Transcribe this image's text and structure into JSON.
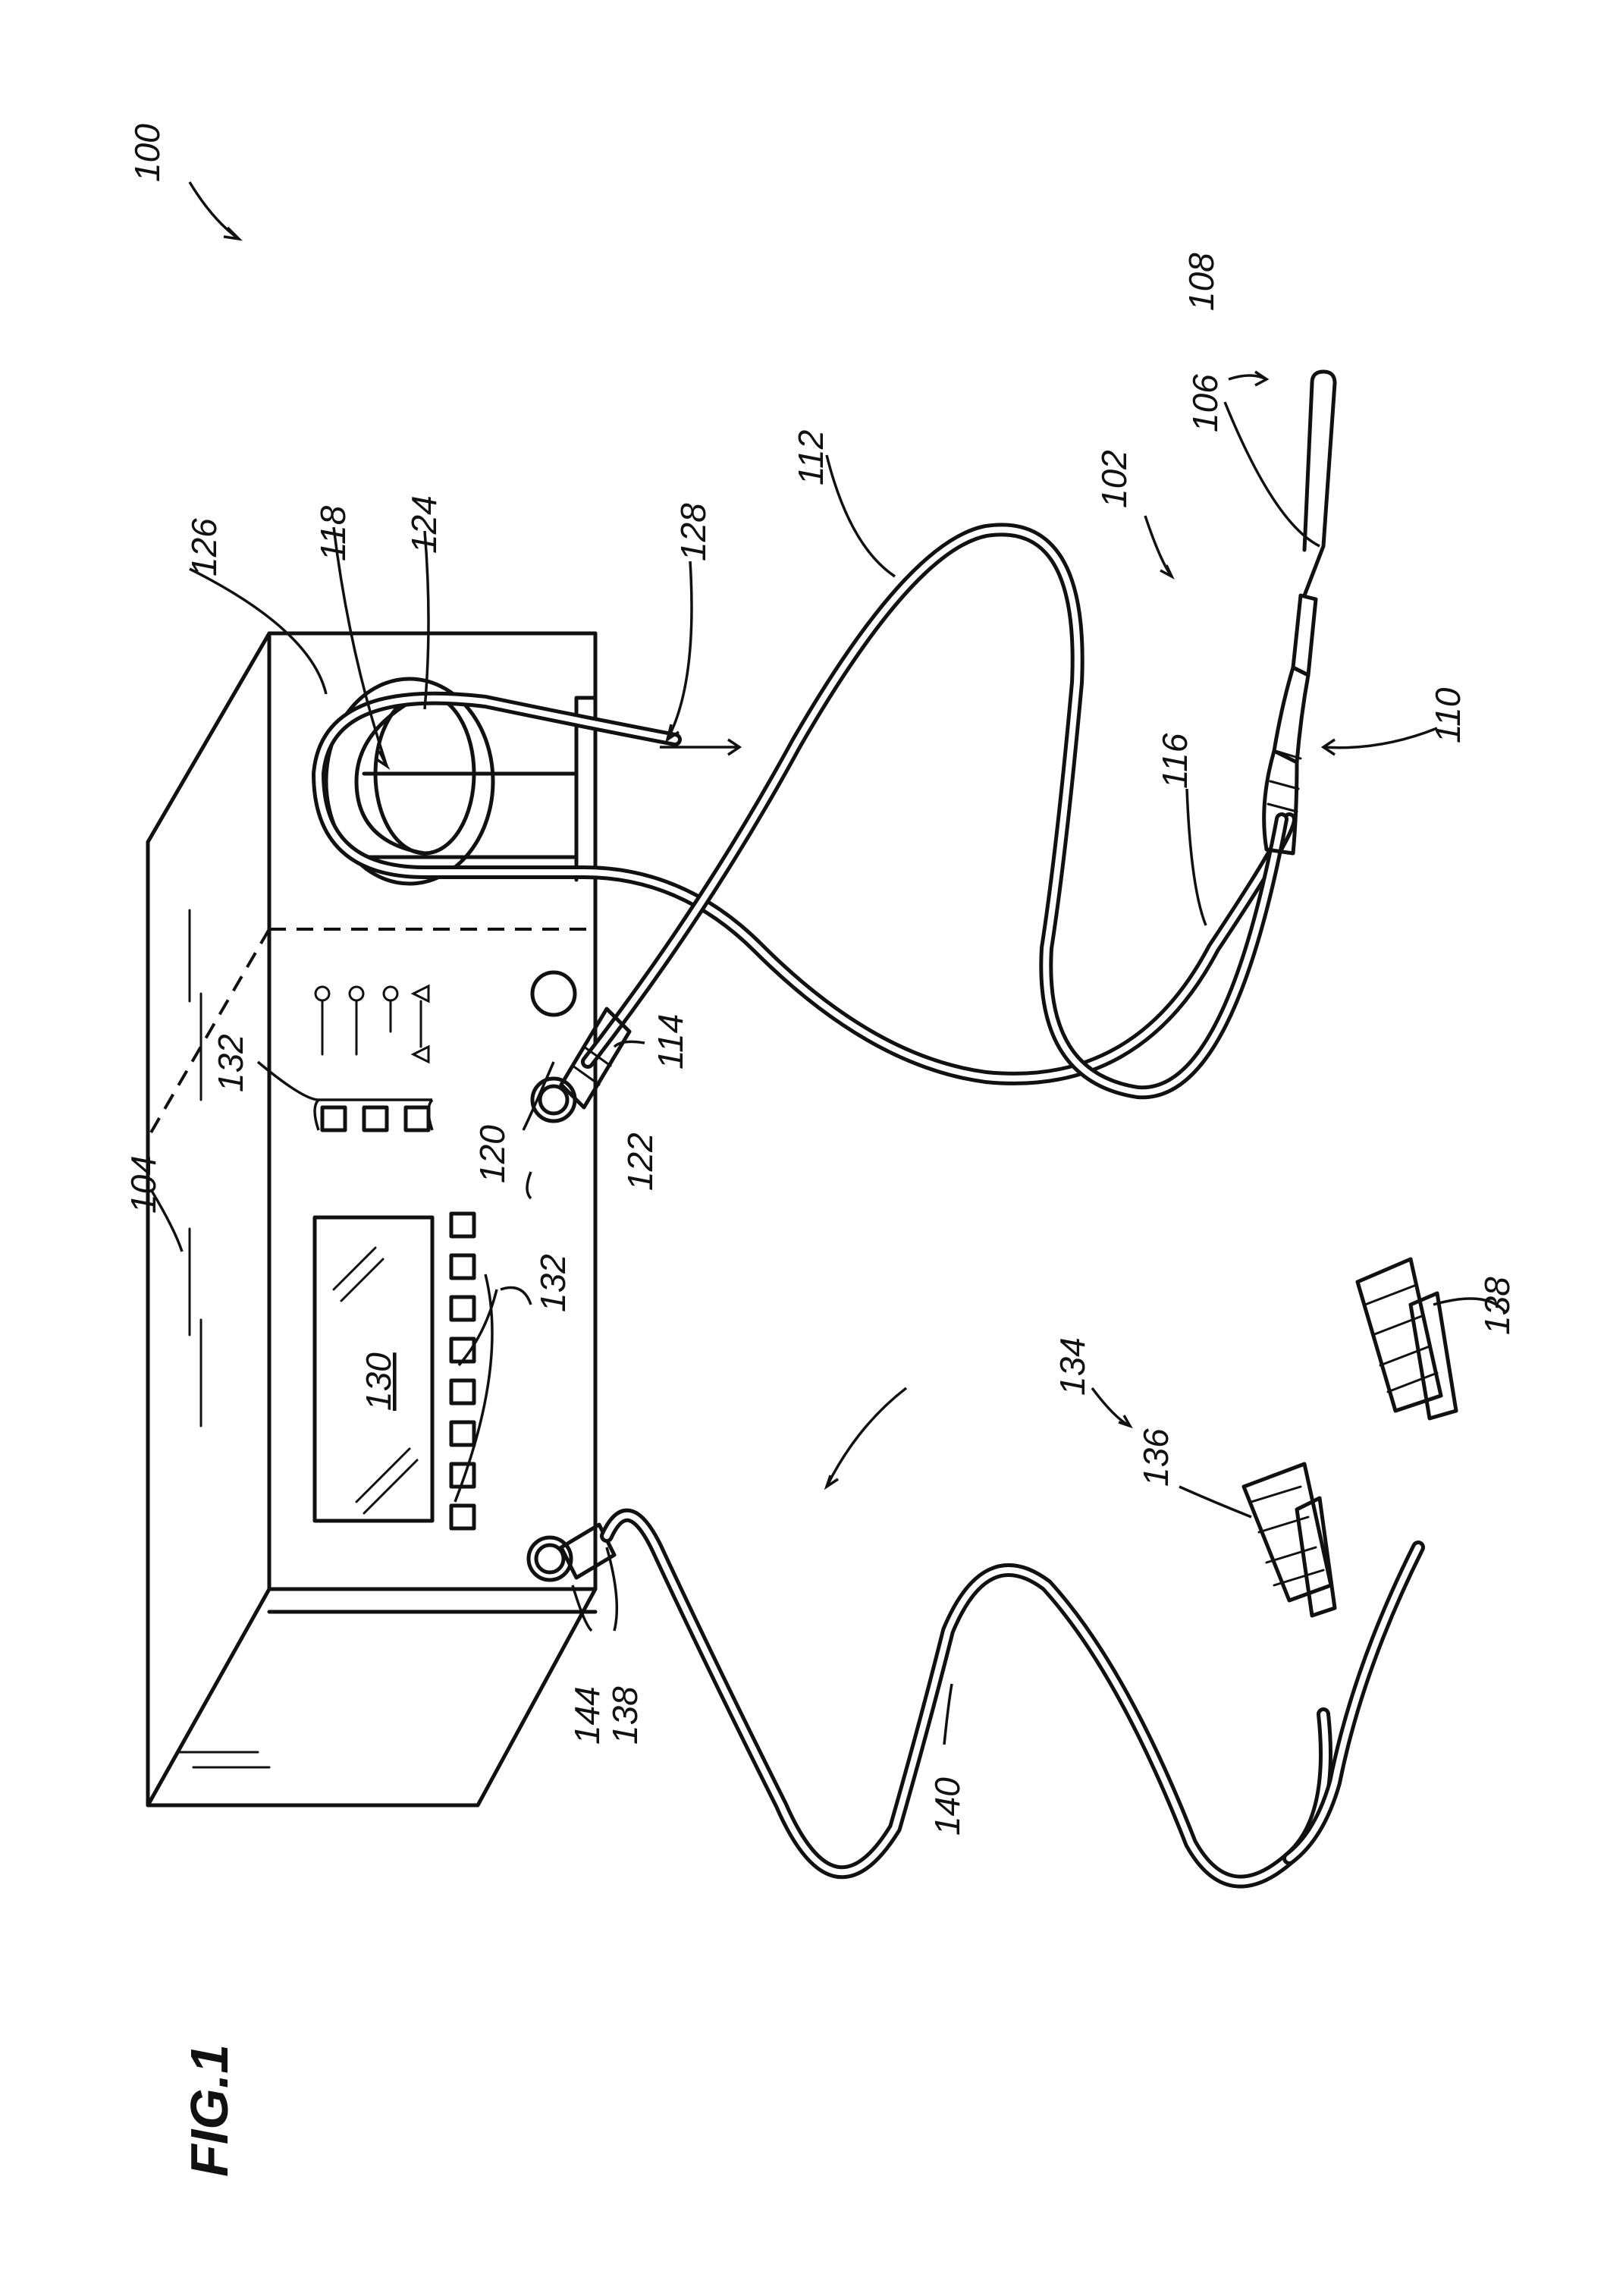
{
  "figure_label": "FIG.1",
  "labels": {
    "ref_100": "100",
    "ref_102": "102",
    "ref_104": "104",
    "ref_106": "106",
    "ref_108": "108",
    "ref_110": "110",
    "ref_112": "112",
    "ref_114": "114",
    "ref_116": "116",
    "ref_118": "118",
    "ref_120": "120",
    "ref_122": "122",
    "ref_124": "124",
    "ref_126": "126",
    "ref_128": "128",
    "ref_130": "130",
    "ref_132_top": "132",
    "ref_132_mid": "132",
    "ref_134": "134",
    "ref_136": "136",
    "ref_138_clip": "138",
    "ref_138_plug": "138",
    "ref_140": "140",
    "ref_144": "144"
  }
}
